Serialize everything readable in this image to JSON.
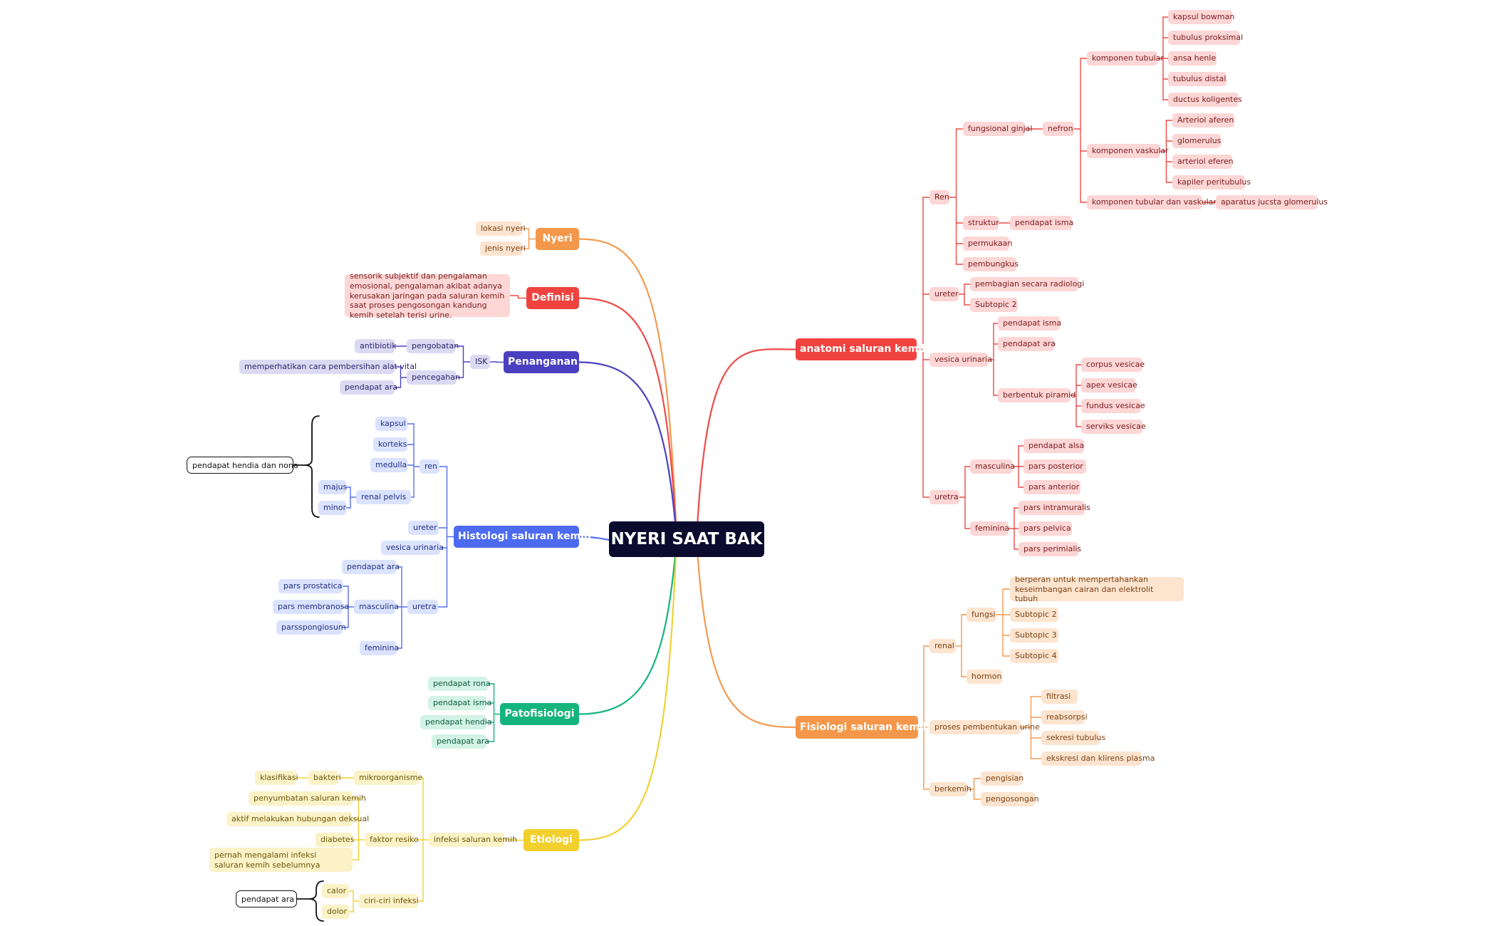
{
  "colors": {
    "red": {
      "main": "#f0433f",
      "sub": "#fdd6d6",
      "text": "#7a1b1b",
      "line": "#ee4a47"
    },
    "orange": {
      "main": "#f5974a",
      "sub": "#fde4cf",
      "text": "#7a4216",
      "line": "#f39a4f"
    },
    "indigo": {
      "main": "#4a3fc0",
      "sub": "#dcdaf3",
      "text": "#2a2468",
      "line": "#4b43c4"
    },
    "blue": {
      "main": "#4d6bf1",
      "sub": "#dbe2fd",
      "text": "#1f3080",
      "line": "#5570f0"
    },
    "green": {
      "main": "#14b47d",
      "sub": "#d2f3e6",
      "text": "#0e5a3f",
      "line": "#17b47f"
    },
    "yellow": {
      "main": "#f2cf2d",
      "sub": "#fbf2c8",
      "text": "#6b5608",
      "line": "#efd135"
    },
    "central_bg": "#0b0b2e"
  },
  "central": {
    "label": "NYERI SAAT BAK"
  },
  "branches": [
    {
      "id": "anatomi",
      "label": "anatomi saluran kemih",
      "color": "red",
      "children": [
        {
          "id": "ren",
          "label": "Ren",
          "children": [
            {
              "id": "fungsional",
              "label": "fungsional ginjal",
              "children": [
                {
                  "id": "nefron",
                  "label": "nefron",
                  "children": [
                    {
                      "id": "kt",
                      "label": "komponen tubular",
                      "children": [
                        {
                          "id": "kt1",
                          "label": "kapsul bowman"
                        },
                        {
                          "id": "kt2",
                          "label": "tubulus proksimal"
                        },
                        {
                          "id": "kt3",
                          "label": "ansa henle"
                        },
                        {
                          "id": "kt4",
                          "label": "tubulus distal"
                        },
                        {
                          "id": "kt5",
                          "label": "ductus koligentes"
                        }
                      ]
                    },
                    {
                      "id": "kv",
                      "label": "komponen vaskular",
                      "children": [
                        {
                          "id": "kv1",
                          "label": "Arteriol aferen"
                        },
                        {
                          "id": "kv2",
                          "label": "glomerulus"
                        },
                        {
                          "id": "kv3",
                          "label": "arteriol eferen"
                        },
                        {
                          "id": "kv4",
                          "label": "kapiler peritubulus"
                        }
                      ]
                    },
                    {
                      "id": "ktv",
                      "label": "komponen tubular dan vaskular",
                      "children": [
                        {
                          "id": "ktv1",
                          "label": "aparatus jucsta glomerulus"
                        }
                      ]
                    }
                  ]
                }
              ]
            },
            {
              "id": "struktur",
              "label": "struktur",
              "children": [
                {
                  "id": "struk1",
                  "label": "pendapat isma"
                }
              ]
            },
            {
              "id": "permukaan",
              "label": "permukaan"
            },
            {
              "id": "pembungkus",
              "label": "pembungkus"
            }
          ]
        },
        {
          "id": "ureter_a",
          "label": "ureter",
          "children": [
            {
              "id": "ura1",
              "label": "pembagian secara radiologi"
            },
            {
              "id": "ura2",
              "label": "Subtopic 2"
            }
          ]
        },
        {
          "id": "vesica_a",
          "label": "vesica urinaria",
          "children": [
            {
              "id": "va1",
              "label": "pendapat isma"
            },
            {
              "id": "va2",
              "label": "pendapat ara"
            },
            {
              "id": "va3",
              "label": "berbentuk piramid",
              "children": [
                {
                  "id": "bp1",
                  "label": "corpus vesicae"
                },
                {
                  "id": "bp2",
                  "label": "apex vesicae"
                },
                {
                  "id": "bp3",
                  "label": "fundus vesicae"
                },
                {
                  "id": "bp4",
                  "label": "serviks vesicae"
                }
              ]
            }
          ]
        },
        {
          "id": "uretra_a",
          "label": "uretra",
          "children": [
            {
              "id": "mas_a",
              "label": "masculina",
              "children": [
                {
                  "id": "ma1",
                  "label": "pendapat alsa"
                },
                {
                  "id": "ma2",
                  "label": "pars posterior"
                },
                {
                  "id": "ma3",
                  "label": "pars anterior"
                }
              ]
            },
            {
              "id": "fem_a",
              "label": "feminina",
              "children": [
                {
                  "id": "fa1",
                  "label": "pars intramuralis"
                },
                {
                  "id": "fa2",
                  "label": "pars pelvica"
                },
                {
                  "id": "fa3",
                  "label": "pars perimialis"
                }
              ]
            }
          ]
        }
      ]
    },
    {
      "id": "fisiologi",
      "label": "Fisiologi saluran kemih",
      "color": "orange",
      "children": [
        {
          "id": "renal",
          "label": "renal",
          "children": [
            {
              "id": "fungsi",
              "label": "fungsi",
              "children": [
                {
                  "id": "fu1",
                  "label": "berperan untuk mempertahankan keseimbangan cairan dan elektrolit tubuh"
                },
                {
                  "id": "fu2",
                  "label": "Subtopic 2"
                },
                {
                  "id": "fu3",
                  "label": "Subtopic 3"
                },
                {
                  "id": "fu4",
                  "label": "Subtopic 4"
                }
              ]
            },
            {
              "id": "hormon",
              "label": "hormon"
            }
          ]
        },
        {
          "id": "ppu",
          "label": "proses pembentukan urine",
          "children": [
            {
              "id": "pp1",
              "label": "filtrasi"
            },
            {
              "id": "pp2",
              "label": "reabsorpsi"
            },
            {
              "id": "pp3",
              "label": "sekresi tubulus"
            },
            {
              "id": "pp4",
              "label": "ekskresi dan klirens plasma"
            }
          ]
        },
        {
          "id": "berkemih",
          "label": "berkemih",
          "children": [
            {
              "id": "bk1",
              "label": "pengisian"
            },
            {
              "id": "bk2",
              "label": "pengosongan"
            }
          ]
        }
      ]
    },
    {
      "id": "nyeri",
      "label": "Nyeri",
      "color": "orange",
      "children": [
        {
          "id": "ny1",
          "label": "lokasi nyeri"
        },
        {
          "id": "ny2",
          "label": "jenis nyeri"
        }
      ]
    },
    {
      "id": "definisi",
      "label": "Definisi",
      "color": "red",
      "children": [
        {
          "id": "df1",
          "label": "sensorik subjektif dan pengalaman emosional, pengalaman akibat adanya kerusakan jaringan pada saluran kemih saat proses pengosongan kandung kemih setelah terisi urine."
        }
      ]
    },
    {
      "id": "penanganan",
      "label": "Penanganan",
      "color": "indigo",
      "children": [
        {
          "id": "isk_p",
          "label": "ISK",
          "children": [
            {
              "id": "pengobatan",
              "label": "pengobatan",
              "children": [
                {
                  "id": "po1",
                  "label": "antibiotik"
                }
              ]
            },
            {
              "id": "pencegahan",
              "label": "pencegahan",
              "children": [
                {
                  "id": "pc1",
                  "label": "memperhatikan cara pembersihan alat vital"
                },
                {
                  "id": "pc2",
                  "label": "pendapat ara"
                }
              ]
            }
          ]
        }
      ]
    },
    {
      "id": "histologi",
      "label": "Histologi saluran kemih",
      "color": "blue",
      "children": [
        {
          "id": "ren_h",
          "label": "ren",
          "children": [
            {
              "id": "rh1",
              "label": "kapsul"
            },
            {
              "id": "rh2",
              "label": "korteks"
            },
            {
              "id": "rh3",
              "label": "medulla"
            },
            {
              "id": "rp",
              "label": "renal pelvis",
              "children": [
                {
                  "id": "rp1",
                  "label": "majus"
                },
                {
                  "id": "rp2",
                  "label": "minor"
                }
              ]
            }
          ]
        },
        {
          "id": "ureter_h",
          "label": "ureter"
        },
        {
          "id": "vesica_h",
          "label": "vesica urinaria"
        },
        {
          "id": "uretra_h",
          "label": "uretra",
          "children": [
            {
              "id": "uh1",
              "label": "pendapat ara"
            },
            {
              "id": "mas_h",
              "label": "masculina",
              "children": [
                {
                  "id": "mh1",
                  "label": "pars prostatica"
                },
                {
                  "id": "mh2",
                  "label": "pars membranosa"
                },
                {
                  "id": "mh3",
                  "label": "parsspongiosum"
                }
              ]
            },
            {
              "id": "uh3",
              "label": "feminina"
            }
          ]
        }
      ]
    },
    {
      "id": "patofisiologi",
      "label": "Patofisiologi",
      "color": "green",
      "children": [
        {
          "id": "pf1",
          "label": "pendapat rona"
        },
        {
          "id": "pf2",
          "label": "pendapat isma"
        },
        {
          "id": "pf3",
          "label": "pendapat hendia"
        },
        {
          "id": "pf4",
          "label": "pendapat ara"
        }
      ]
    },
    {
      "id": "etiologi",
      "label": "Etiologi",
      "color": "yellow",
      "children": [
        {
          "id": "isk_e",
          "label": "infeksi saluran kemih",
          "children": [
            {
              "id": "mikro",
              "label": "mikroorganisme",
              "children": [
                {
                  "id": "bakteri",
                  "label": "bakteri",
                  "children": [
                    {
                      "id": "klas",
                      "label": "klasifikasi"
                    }
                  ]
                }
              ]
            },
            {
              "id": "faktor",
              "label": "faktor resiko",
              "children": [
                {
                  "id": "fr1",
                  "label": "penyumbatan saluran kemih"
                },
                {
                  "id": "fr2",
                  "label": "aktif melakukan hubungan deksual"
                },
                {
                  "id": "fr3",
                  "label": "diabetes"
                },
                {
                  "id": "fr4",
                  "label": "pernah mengalami infeksi saluran kemih sebelumnya"
                }
              ]
            },
            {
              "id": "ciri",
              "label": "ciri-ciri infeksi",
              "children": [
                {
                  "id": "ci1",
                  "label": "calor"
                },
                {
                  "id": "ci2",
                  "label": "dolor"
                }
              ]
            }
          ]
        }
      ]
    }
  ],
  "summaries": [
    {
      "id": "sum_hendia",
      "label": "pendapat hendia dan nona",
      "color": "blue"
    },
    {
      "id": "sum_ara",
      "label": "pendapat ara",
      "color": "yellow"
    }
  ]
}
